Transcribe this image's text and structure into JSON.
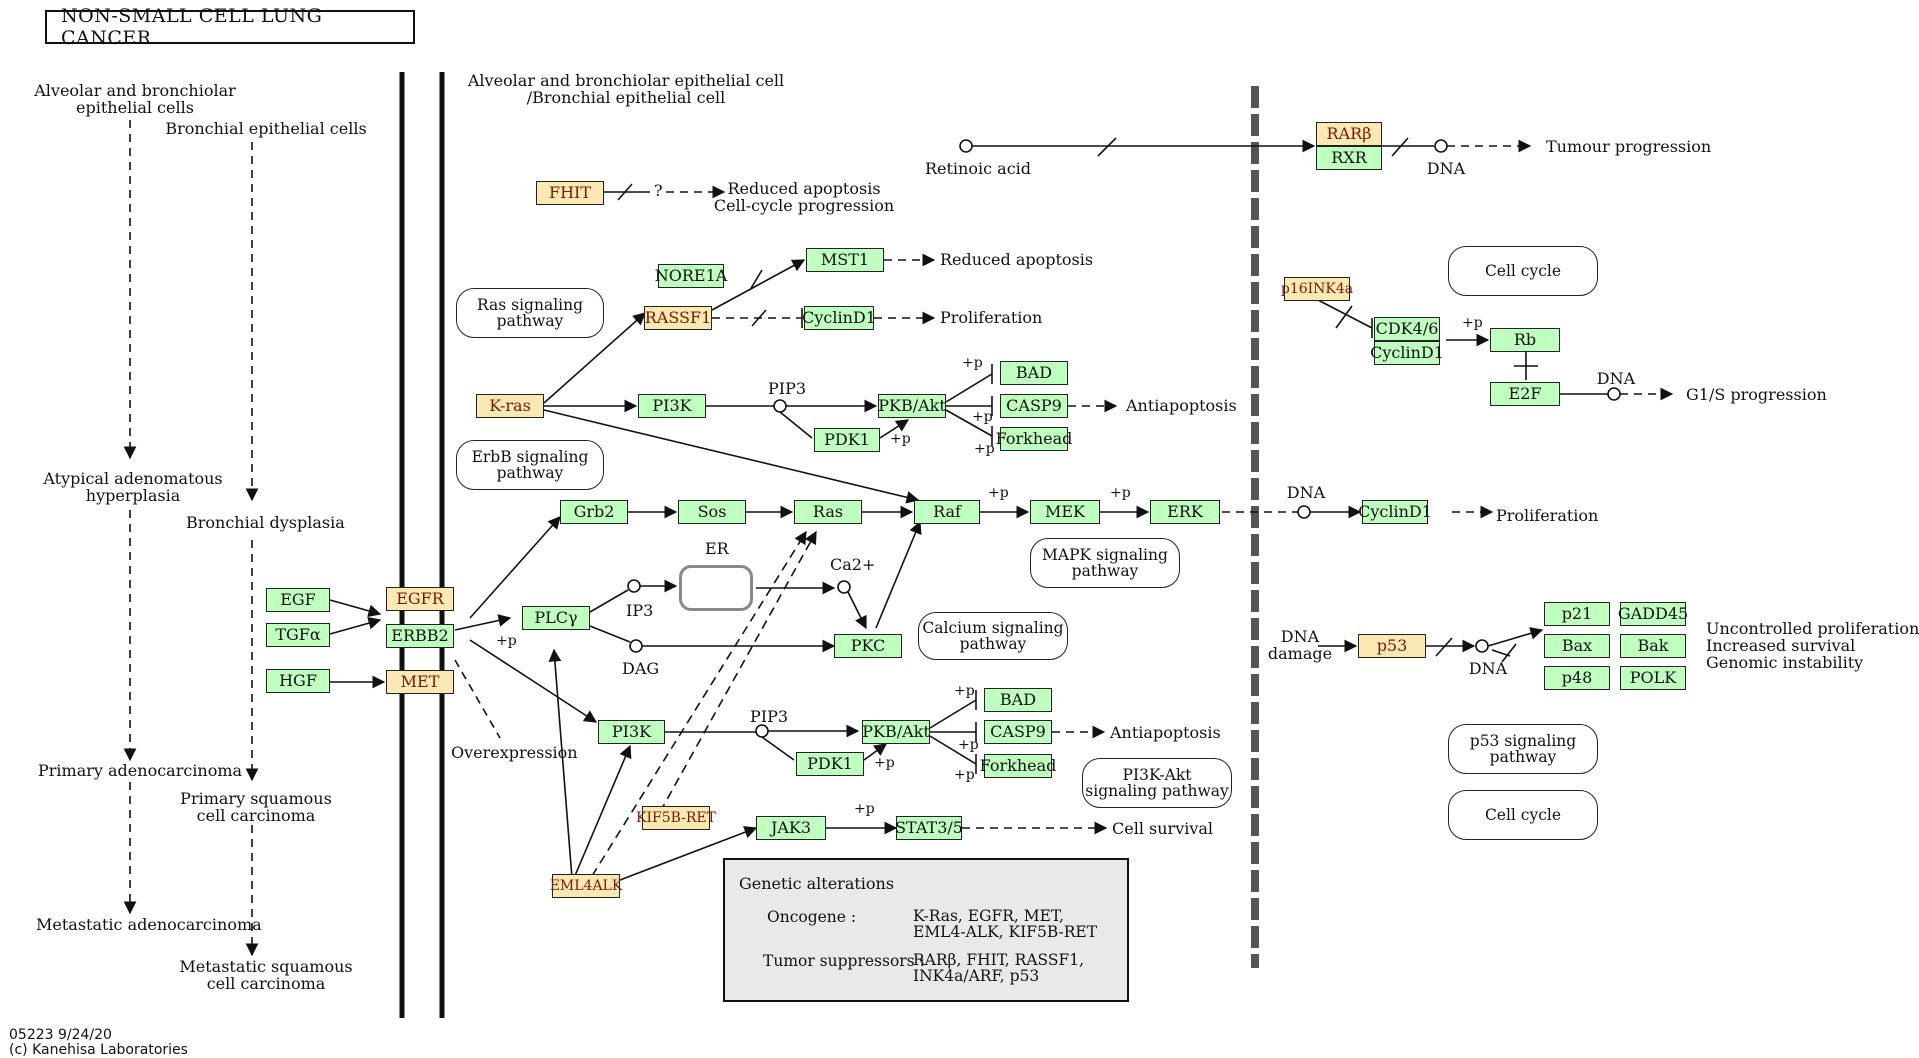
{
  "title": "NON-SMALL CELL LUNG CANCER",
  "footer": {
    "code": "05223 9/24/20",
    "copyright": "(c) Kanehisa Laboratories"
  },
  "cell_labels": {
    "alveolar_bronchiolar": "Alveolar and bronchiolar\nepithelial cells",
    "bronchial_epithelial": "Bronchial epithelial cells",
    "membrane_cell": "Alveolar and bronchiolar epithelial cell\n/Bronchial epithelial cell"
  },
  "stages": {
    "atypical": "Atypical adenomatous\nhyperplasia",
    "dysplasia": "Bronchial dysplasia",
    "primary_adeno": "Primary adenocarcinoma",
    "primary_squamous": "Primary squamous\ncell carcinoma",
    "metastatic_adeno": "Metastatic adenocarcinoma",
    "metastatic_squamous": "Metastatic squamous\ncell carcinoma"
  },
  "genes": {
    "fhit": "FHIT",
    "nore1a": "NORE1A",
    "rassf1": "RASSF1",
    "mst1": "MST1",
    "cyclind1_a": "CyclinD1",
    "kras": "K-ras",
    "pi3k_a": "PI3K",
    "pkb_a": "PKB/Akt",
    "pdk1_a": "PDK1",
    "bad_a": "BAD",
    "casp9_a": "CASP9",
    "forkhead_a": "Forkhead",
    "grb2": "Grb2",
    "sos": "Sos",
    "ras": "Ras",
    "raf": "Raf",
    "mek": "MEK",
    "erk": "ERK",
    "egf": "EGF",
    "tgfa": "TGFα",
    "hgf": "HGF",
    "egfr": "EGFR",
    "erbb2": "ERBB2",
    "met": "MET",
    "plcg": "PLCγ",
    "pkc": "PKC",
    "pi3k_b": "PI3K",
    "pkb_b": "PKB/Akt",
    "pdk1_b": "PDK1",
    "bad_b": "BAD",
    "casp9_b": "CASP9",
    "forkhead_b": "Forkhead",
    "kif5b_ret": "KIF5B-RET",
    "jak3": "JAK3",
    "stat35": "STAT3/5",
    "eml4alk": "EML4ALK",
    "rarb": "RARβ",
    "rxr": "RXR",
    "p16": "p16INK4a",
    "cdk46": "CDK4/6",
    "cyclind1_b": "CyclinD1",
    "rb": "Rb",
    "e2f": "E2F",
    "cyclind1_c": "CyclinD1",
    "p53": "p53",
    "p21": "p21",
    "gadd45": "GADD45",
    "bax": "Bax",
    "bak": "Bak",
    "p48": "p48",
    "polk": "POLK"
  },
  "labels": {
    "q": "?",
    "reduced_apoptosis_cc": "Reduced apoptosis\nCell-cycle progression",
    "reduced_apoptosis": "Reduced apoptosis",
    "proliferation_a": "Proliferation",
    "pip3_a": "PIP3",
    "pip3_b": "PIP3",
    "antiapoptosis_a": "Antiapoptosis",
    "antiapoptosis_b": "Antiapoptosis",
    "ip3": "IP3",
    "dag": "DAG",
    "er": "ER",
    "ca": "Ca2+",
    "overexpression": "Overexpression",
    "cell_survival": "Cell survival",
    "retinoic_acid": "Retinoic acid",
    "dna_rar": "DNA",
    "tumour_progression": "Tumour progression",
    "dna_rb": "DNA",
    "g1s": "G1/S progression",
    "dna_erk": "DNA",
    "proliferation_b": "Proliferation",
    "dna_damage": "DNA\ndamage",
    "dna_p53": "DNA",
    "outcomes": "Uncontrolled proliferation\nIncreased survival\nGenomic instability",
    "plus_p": "+p"
  },
  "pathways": {
    "ras": "Ras signaling\npathway",
    "erbb": "ErbB signaling\npathway",
    "mapk": "MAPK signaling\npathway",
    "calcium": "Calcium signaling\npathway",
    "pi3k_akt": "PI3K-Akt\nsignaling pathway",
    "cell_cycle_a": "Cell cycle",
    "p53": "p53 signaling\npathway",
    "cell_cycle_b": "Cell cycle"
  },
  "legend": {
    "title": "Genetic alterations",
    "oncogene_label": "Oncogene :",
    "oncogene_value": "K-Ras, EGFR, MET,\nEML4-ALK, KIF5B-RET",
    "suppressor_label": "Tumor suppressors :",
    "suppressor_value": "RARβ, FHIT, RASSF1,\nINK4a/ARF, p53"
  },
  "colors": {
    "gene_fill": "#bfffbf",
    "mutated_text": "#7a1a00",
    "mutated_fill": "#fbe9b3",
    "legend_fill": "#e9e9e9"
  }
}
